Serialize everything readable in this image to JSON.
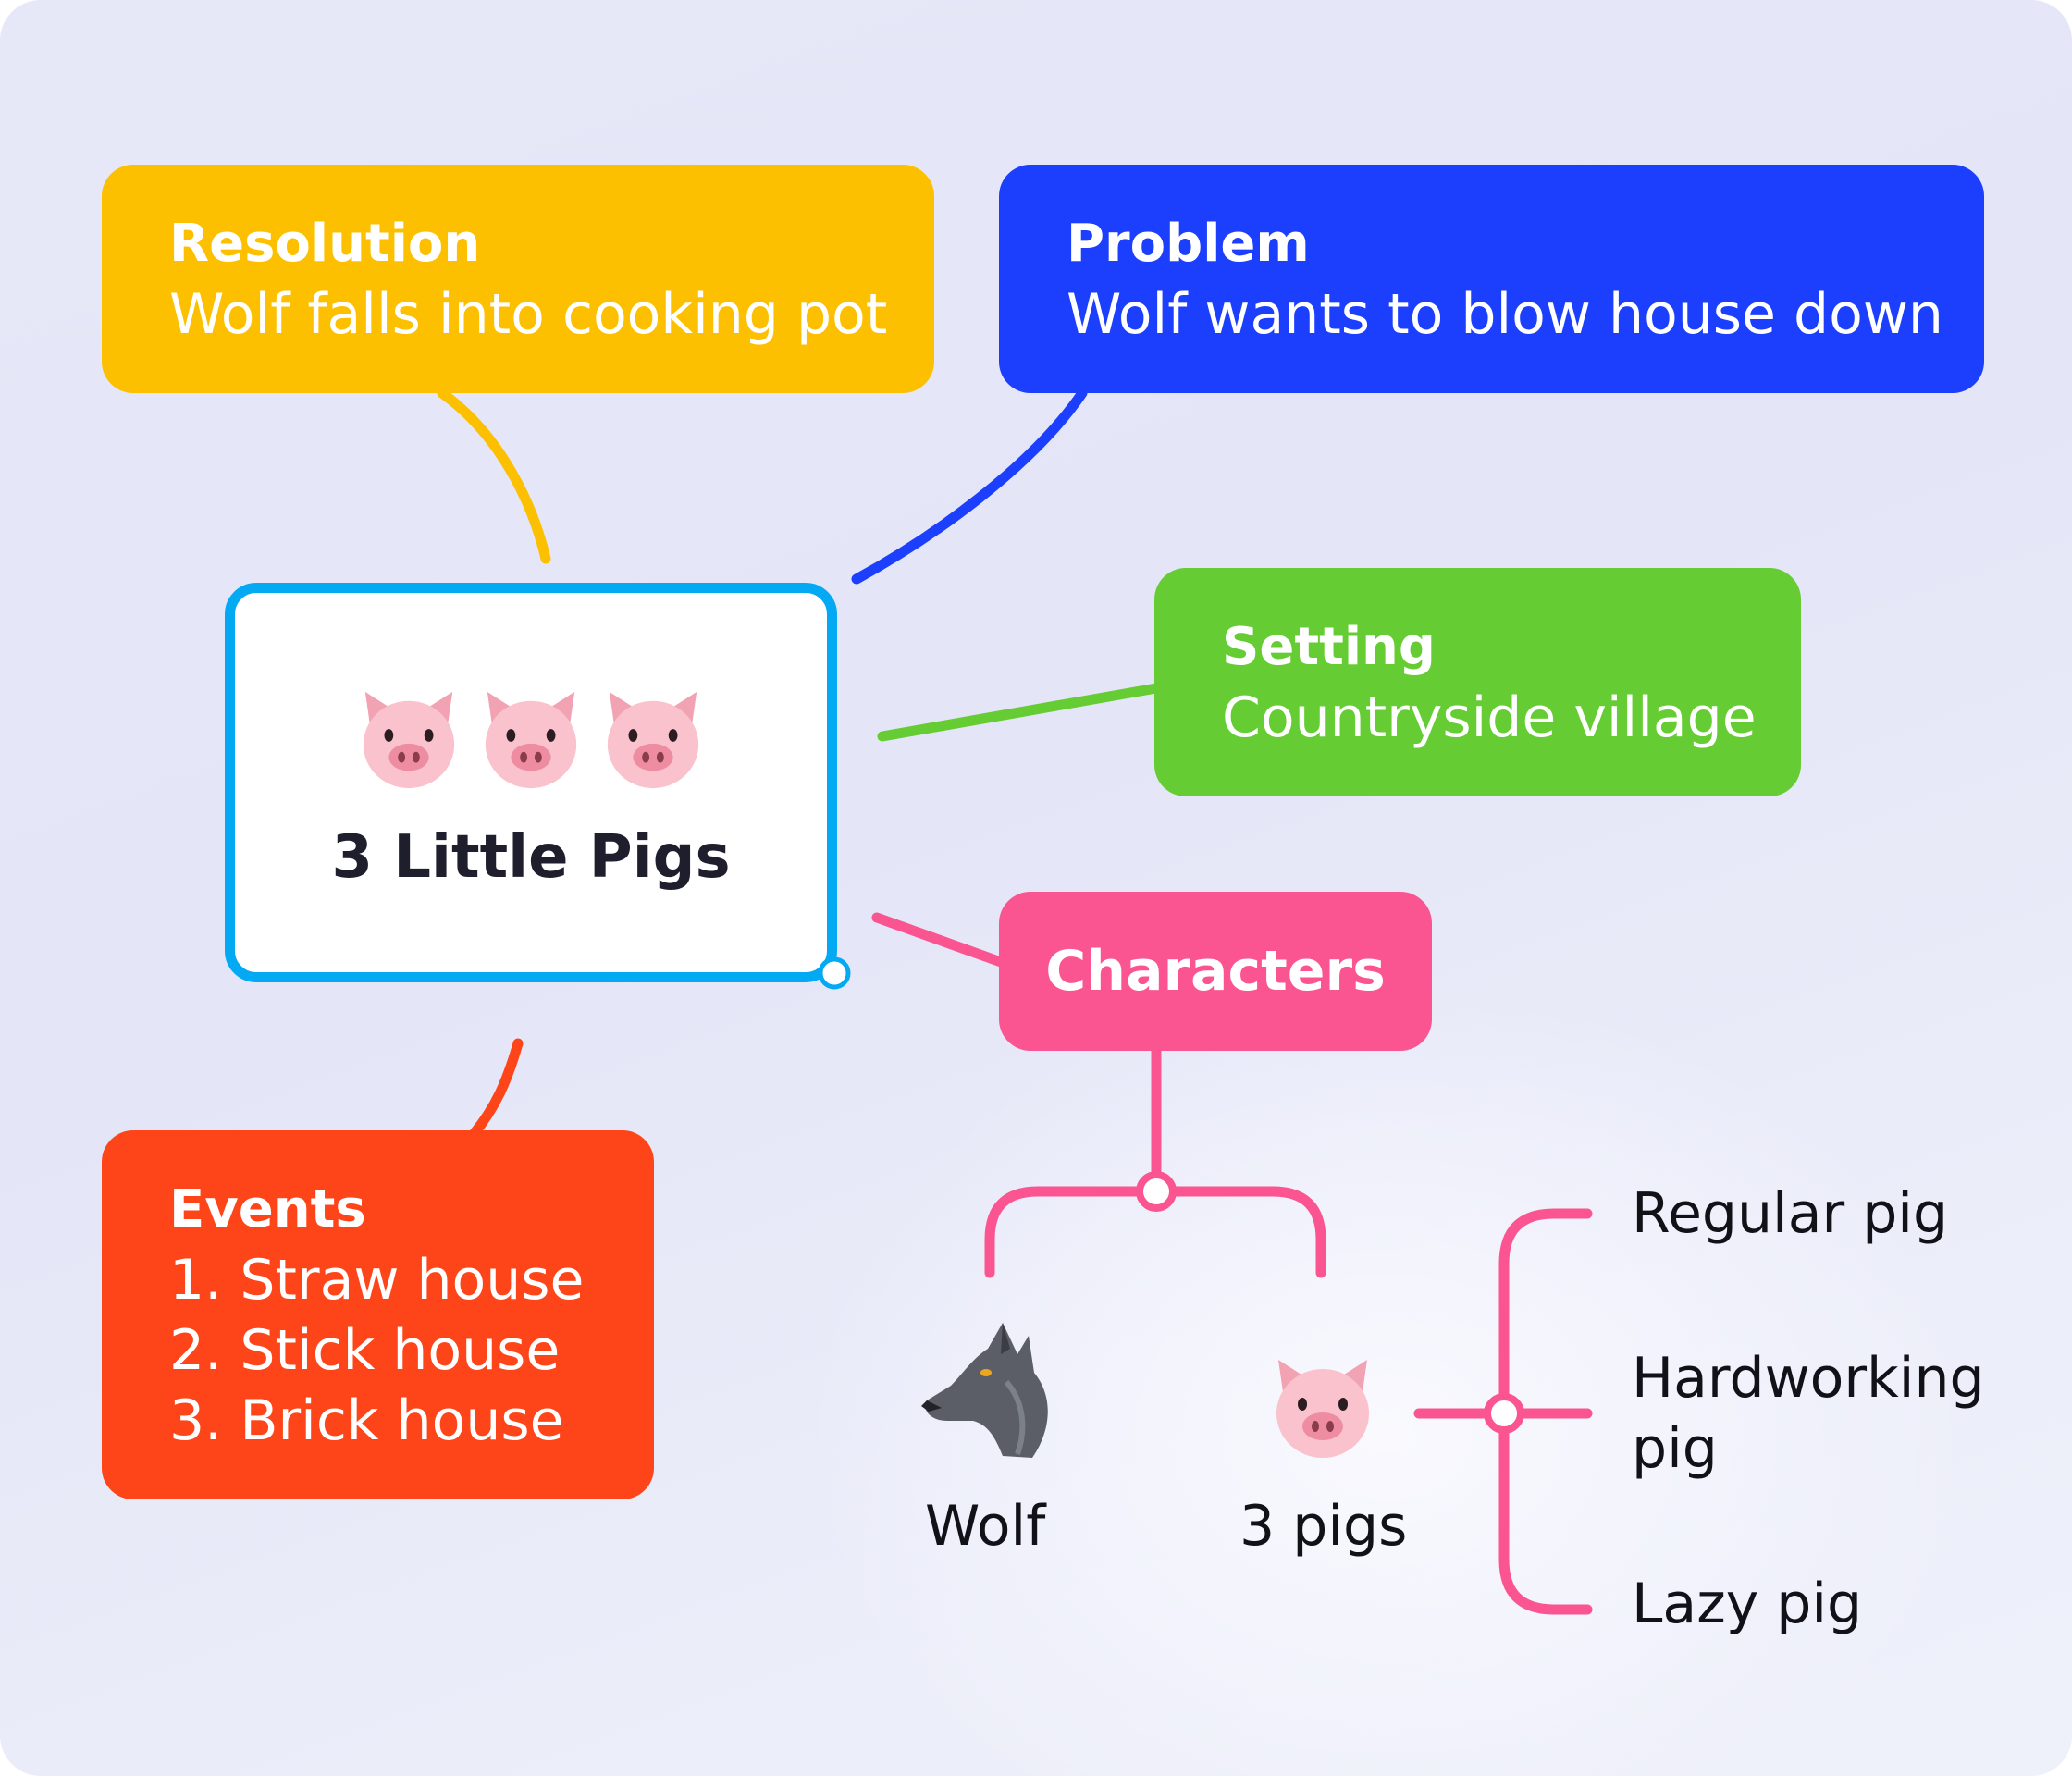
{
  "central": {
    "title": "3 Little Pigs",
    "icon": "pig-face-icon",
    "icon_count": 3
  },
  "resolution": {
    "title": "Resolution",
    "text": "Wolf falls into cooking pot",
    "color": "#fdc000"
  },
  "problem": {
    "title": "Problem",
    "text": "Wolf wants to blow house down",
    "color": "#1c3ffd"
  },
  "setting": {
    "title": "Setting",
    "text": "Countryside village",
    "color": "#66cc33"
  },
  "events": {
    "title": "Events",
    "items": [
      "1. Straw house",
      "2. Stick house",
      "3. Brick house"
    ],
    "color": "#fe4519"
  },
  "characters": {
    "title": "Characters",
    "color": "#fa5590",
    "children": [
      {
        "label": "Wolf",
        "icon": "wolf-icon"
      },
      {
        "label": "3 pigs",
        "icon": "pig-face-icon",
        "children": [
          "Regular pig",
          "Hardworking pig",
          "Lazy pig"
        ]
      }
    ]
  },
  "colors": {
    "central_border": "#04a9f4",
    "text_dark": "#1e1e2c"
  }
}
